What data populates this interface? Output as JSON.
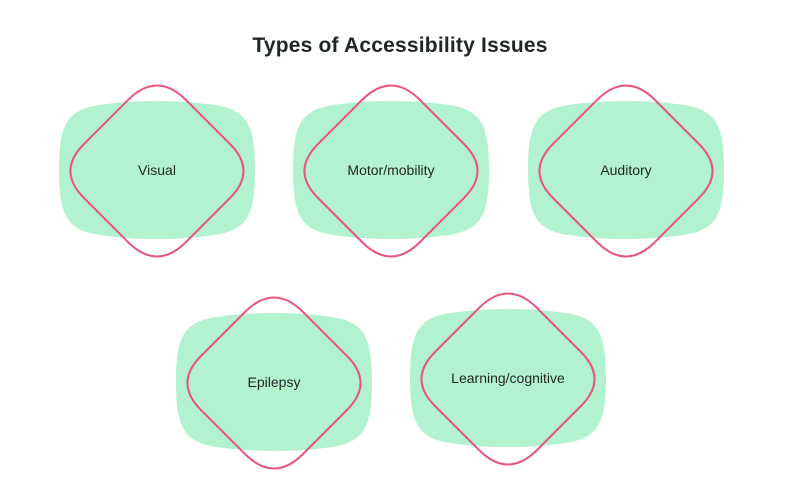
{
  "title": "Types of Accessibility Issues",
  "colors": {
    "blob_fill": "#b2f2cf",
    "diamond_stroke": "#e8557a",
    "text": "#1f2626"
  },
  "issues": [
    {
      "label": "Visual"
    },
    {
      "label": "Motor/mobility"
    },
    {
      "label": "Auditory"
    },
    {
      "label": "Epilepsy"
    },
    {
      "label": "Learning/cognitive"
    }
  ]
}
